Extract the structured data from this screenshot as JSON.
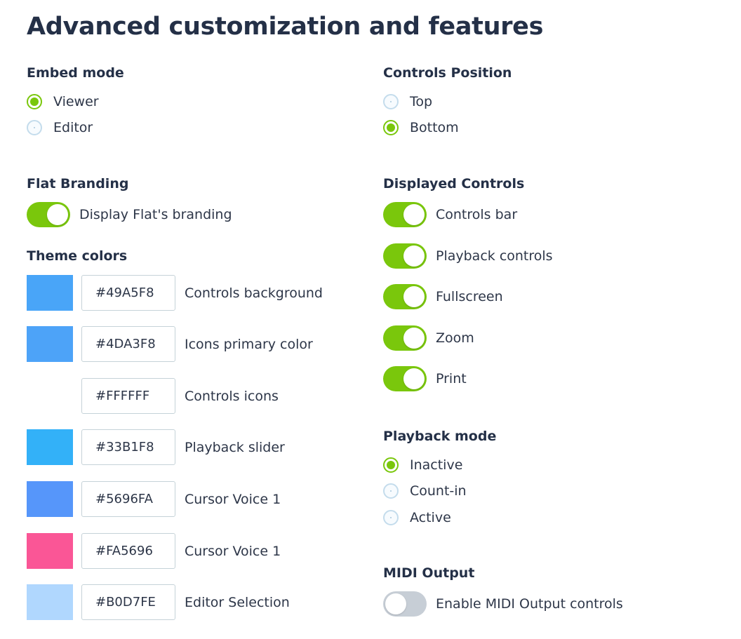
{
  "page": {
    "title": "Advanced customization and features"
  },
  "embed_mode": {
    "title": "Embed mode",
    "options": [
      {
        "label": "Viewer",
        "checked": true
      },
      {
        "label": "Editor",
        "checked": false
      }
    ]
  },
  "flat_branding": {
    "title": "Flat Branding",
    "toggle": {
      "label": "Display Flat's branding",
      "on": true
    }
  },
  "theme_colors": {
    "title": "Theme colors",
    "items": [
      {
        "swatch": "#49A5F8",
        "value": "#49A5F8",
        "label": "Controls background"
      },
      {
        "swatch": "#4DA3F8",
        "value": "#4DA3F8",
        "label": "Icons primary color"
      },
      {
        "swatch": "#FFFFFF",
        "value": "#FFFFFF",
        "label": "Controls icons"
      },
      {
        "swatch": "#33B1F8",
        "value": "#33B1F8",
        "label": "Playback slider"
      },
      {
        "swatch": "#5696FA",
        "value": "#5696FA",
        "label": "Cursor Voice 1"
      },
      {
        "swatch": "#FA5696",
        "value": "#FA5696",
        "label": "Cursor Voice 1"
      },
      {
        "swatch": "#B0D7FE",
        "value": "#B0D7FE",
        "label": "Editor Selection"
      }
    ]
  },
  "controls_position": {
    "title": "Controls Position",
    "options": [
      {
        "label": "Top",
        "checked": false
      },
      {
        "label": "Bottom",
        "checked": true
      }
    ]
  },
  "displayed_controls": {
    "title": "Displayed Controls",
    "toggles": [
      {
        "label": "Controls bar",
        "on": true
      },
      {
        "label": "Playback controls",
        "on": true
      },
      {
        "label": "Fullscreen",
        "on": true
      },
      {
        "label": "Zoom",
        "on": true
      },
      {
        "label": "Print",
        "on": true
      }
    ]
  },
  "playback_mode": {
    "title": "Playback mode",
    "options": [
      {
        "label": "Inactive",
        "checked": true
      },
      {
        "label": "Count-in",
        "checked": false
      },
      {
        "label": "Active",
        "checked": false
      }
    ]
  },
  "midi_output": {
    "title": "MIDI Output",
    "toggle": {
      "label": "Enable MIDI Output controls",
      "on": false
    }
  },
  "colors": {
    "accent": "#7AC70C",
    "toggle_off": "#C7CED6",
    "heading": "#243047"
  }
}
